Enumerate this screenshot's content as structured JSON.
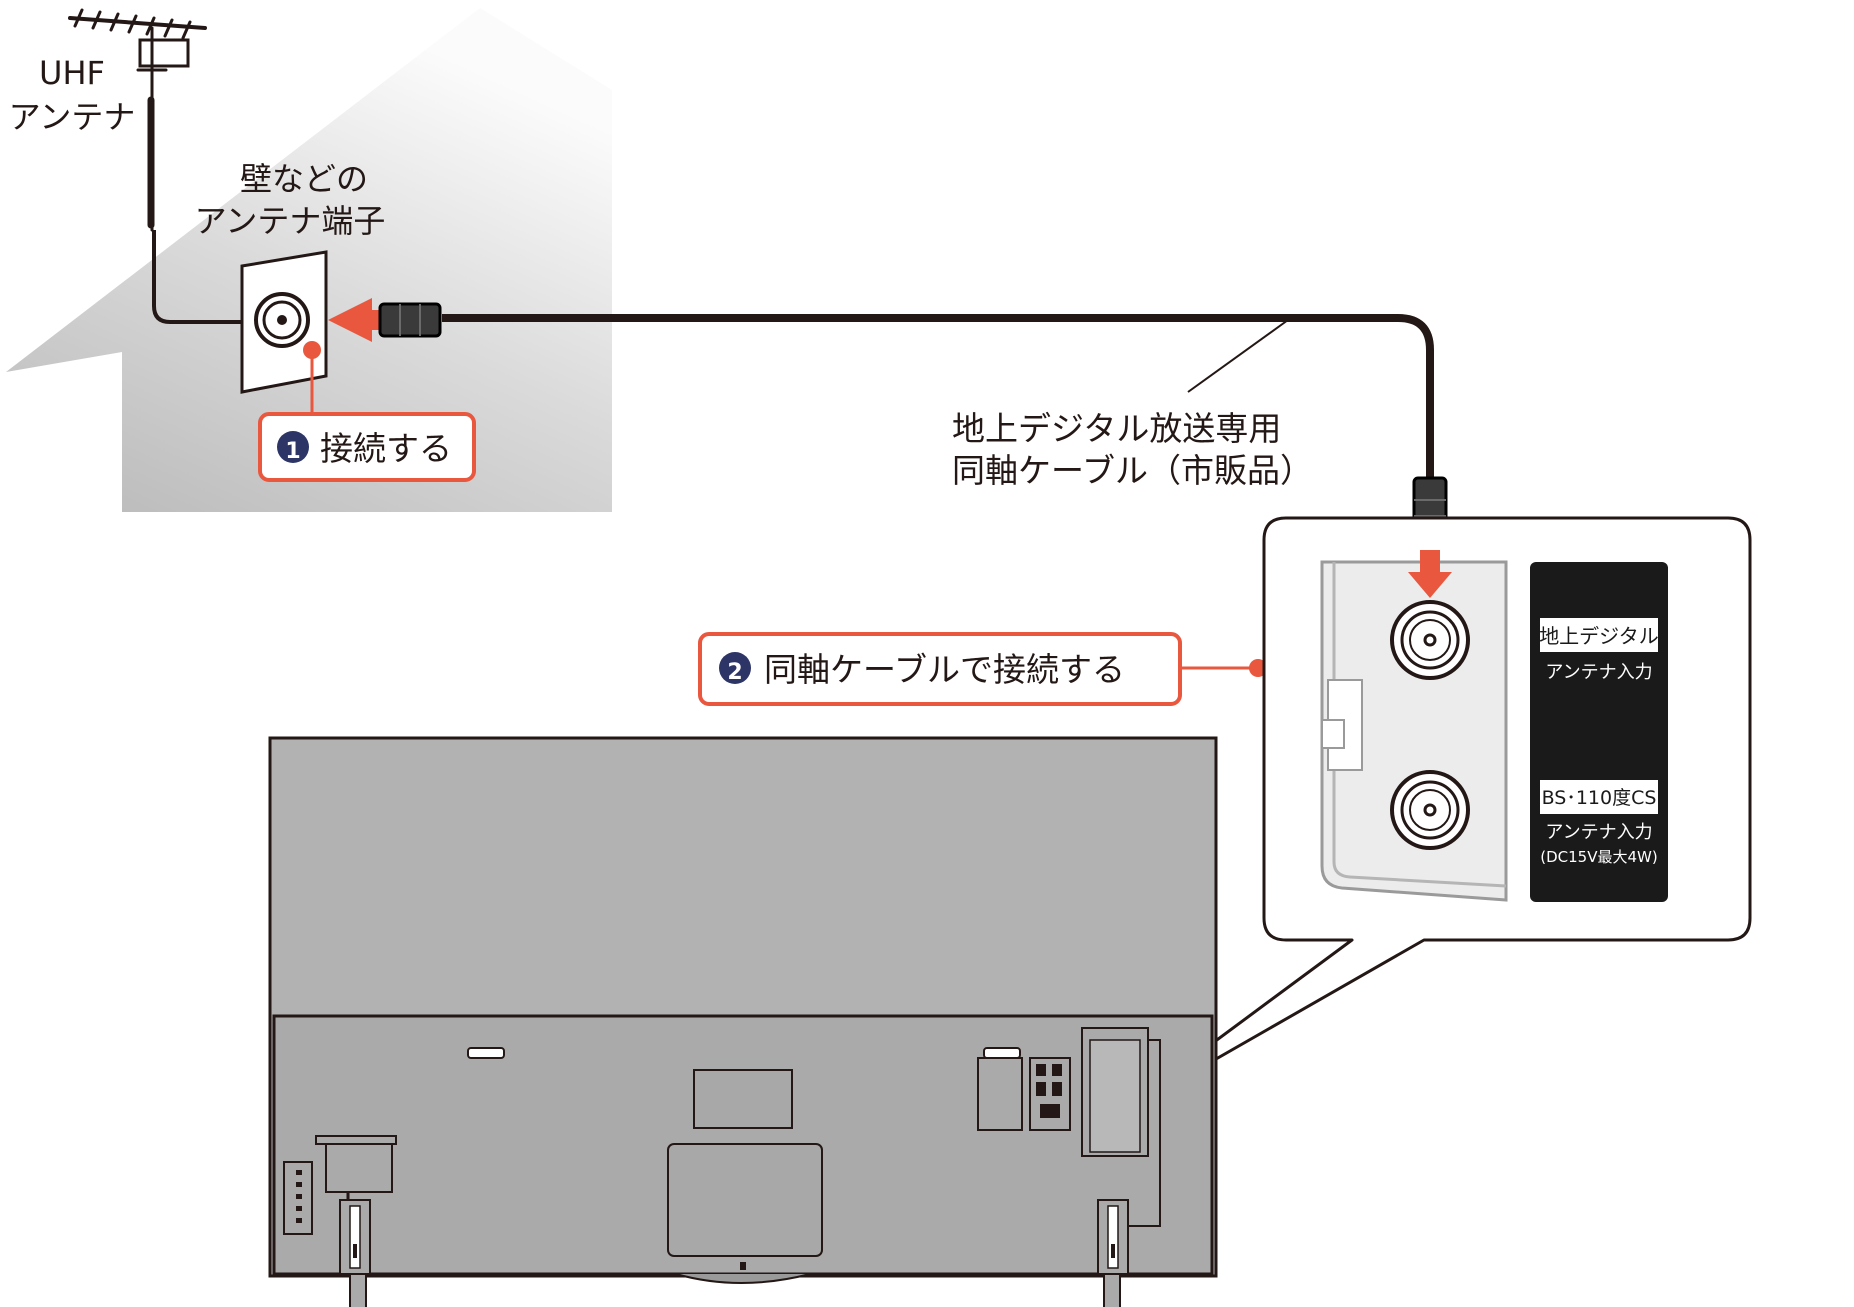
{
  "labels": {
    "uhf_line1": "UHF",
    "uhf_line2": "アンテナ",
    "wall_line1": "壁などの",
    "wall_line2": "アンテナ端子",
    "cable_line1": "地上デジタル放送専用",
    "cable_line2": "同軸ケーブル（市販品）"
  },
  "steps": [
    {
      "number": "1",
      "text": "接続する"
    },
    {
      "number": "2",
      "text": "同軸ケーブルで接続する"
    }
  ],
  "panel": {
    "terrestrial_badge": "地上デジタル",
    "terrestrial_sub": "アンテナ入力",
    "bs_badge": "BS･110度CS",
    "bs_sub1": "アンテナ入力",
    "bs_sub2": "(DC15V最大4W)"
  },
  "colors": {
    "accent": "#e9573f",
    "step_number_bg": "#2d3566",
    "tv_body": "#b2b2b2",
    "house_gradient_dark": "#bcbcbc",
    "outline": "#231815"
  }
}
